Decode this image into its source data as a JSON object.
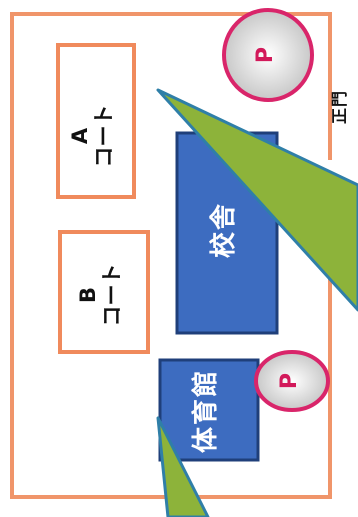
{
  "map": {
    "courts": [
      {
        "letter": "A",
        "word": "コート"
      },
      {
        "letter": "B",
        "word": "コート"
      }
    ],
    "buildings": {
      "school": "校舎",
      "gym": "体育館"
    },
    "parking_label": "P",
    "gate_label": "正門",
    "colors": {
      "fence": "#f0956a",
      "court_border": "#f08a5c",
      "building_fill": "#3d6cc0",
      "building_border": "#1f3f7a",
      "parking_ring": "#d9256a",
      "parking_fill": "#cfcfcf",
      "arrow_fill": "#8db33a",
      "arrow_border": "#2f7fa8"
    }
  }
}
